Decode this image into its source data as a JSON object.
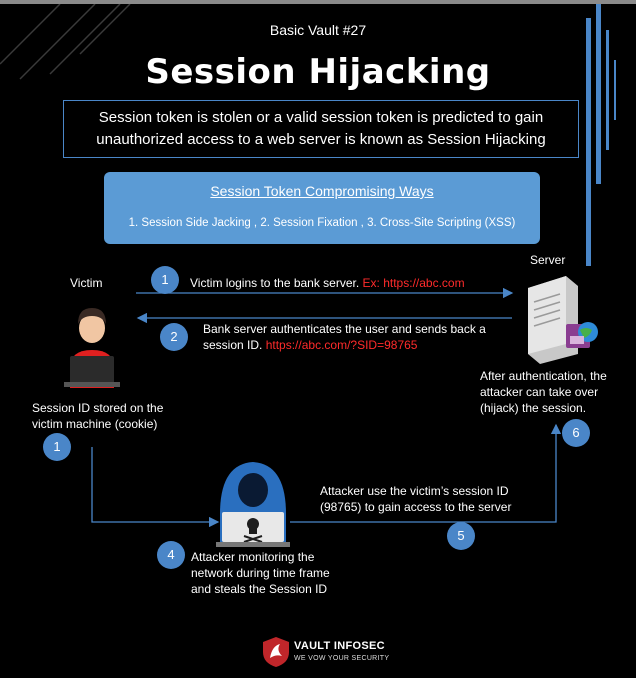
{
  "header": {
    "subtitle": "Basic Vault #27",
    "title": "Session Hijacking",
    "definition_line1": "Session token is stolen or a valid session token is predicted to gain",
    "definition_line2": "unauthorized access to a web server is known as Session Hijacking"
  },
  "ways": {
    "title": "Session Token Compromising Ways",
    "list": "1. Session Side Jacking , 2. Session Fixation , 3. Cross-Site Scripting (XSS)"
  },
  "actors": {
    "victim": "Victim",
    "server": "Server"
  },
  "steps": {
    "s1_num": "1",
    "s1_text": "Victim logins to the bank server.",
    "s1_example": "Ex: https://abc.com",
    "s2_num": "2",
    "s2_line1": "Bank server authenticates the user and sends back a",
    "s2_line2": "session ID.",
    "s2_url": "https://abc.com/?SID=98765",
    "victim_num": "1",
    "victim_line1": "Session ID stored on the",
    "victim_line2": "victim machine (cookie)",
    "s4_num": "4",
    "s4_line1": "Attacker monitoring the",
    "s4_line2": "network during time frame",
    "s4_line3": "and steals the Session ID",
    "s5_num": "5",
    "s5_line1": "Attacker use the victim’s session ID",
    "s5_line2": "(98765) to gain access to the server",
    "s6_num": "6",
    "s6_line1": "After authentication, the",
    "s6_line2": "attacker can take over",
    "s6_line3": "(hijack) the session."
  },
  "footer": {
    "brand": "VAULT INFOSEC",
    "tagline": "WE VOW YOUR SECURITY"
  },
  "colors": {
    "accent": "#4a86c8",
    "box": "#5b9bd5",
    "red": "#ff2b2b",
    "background": "#000000"
  },
  "icons": [
    "victim-person-icon",
    "server-icon",
    "hacker-icon",
    "vault-infosec-logo-icon"
  ]
}
